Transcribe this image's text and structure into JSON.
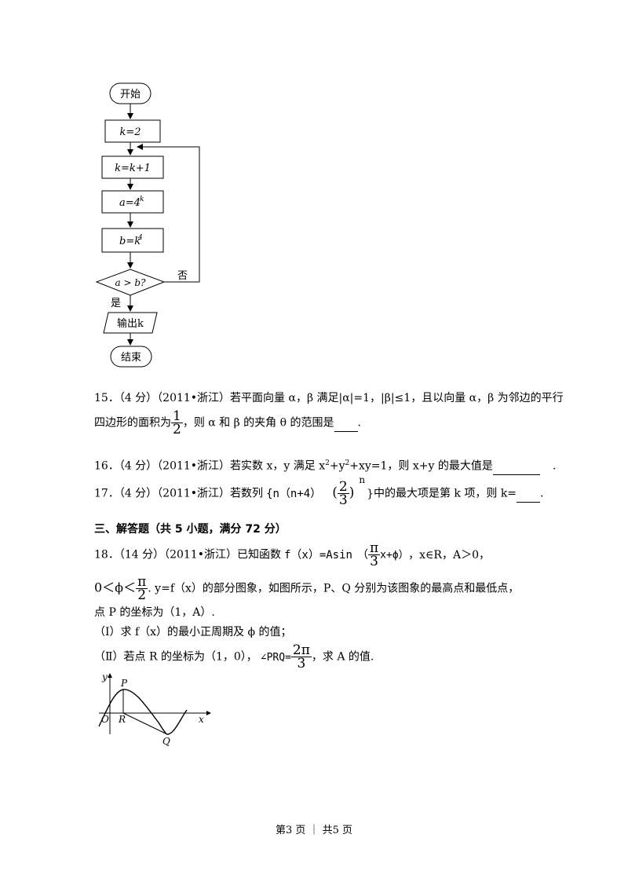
{
  "flowchart": {
    "start": "开始",
    "k_init": "k=2",
    "k_update": "k=k+1",
    "a_assign": "a=4",
    "a_sup": "k",
    "b_assign": "b=k",
    "b_sup": "4",
    "condition": "a > b?",
    "no_label": "否",
    "yes_label": "是",
    "output": "输出k",
    "end": "结束"
  },
  "q15": {
    "line1": "15．（4 分）（2011•浙江）若平面向量 α，β 满足|α|=1，|β|≤1，且以向量 α，β 为邻边的平行",
    "line2_prefix": "四边形的面积为",
    "frac_num": "1",
    "frac_den": "2",
    "line2_suffix": "，则 α 和 β 的夹角 θ 的范围是",
    "end": "."
  },
  "q16": {
    "prefix": "16．（4 分）（2011•浙江）若实数 x，y 满足 x",
    "sup1": "2",
    "mid1": "+y",
    "sup2": "2",
    "suffix": "+xy=1，则 x+y 的最大值是",
    "end": "."
  },
  "q17": {
    "prefix": "17．（4 分）（2011•浙江）若数列",
    "seq": "{n（n+4）",
    "frac_num": "2",
    "frac_den": "3",
    "exp": "n",
    "close": "}",
    "suffix": "中的最大项是第 k 项，则 k=",
    "end": "."
  },
  "section3": "三、解答题（共 5 小题，满分 72 分）",
  "q18": {
    "line1_prefix": "18．（14 分）（2011•浙江）已知函数",
    "func": "f（x）=Asin",
    "frac_num": "π",
    "frac_den": "3",
    "after_frac": "x+ϕ）",
    "open_paren": "（",
    "line1_suffix": "，x∈R，A＞0，",
    "line2_prefix": "0＜ϕ＜",
    "line2_frac_num": "π",
    "line2_frac_den": "2",
    "line2_suffix": ". y=f（x）的部分图象，如图所示，P、Q 分别为该图象的最高点和最低点，",
    "line3": "点 P 的坐标为（1，A）.",
    "part1": "（Ⅰ）求 f（x）的最小正周期及 ϕ 的值；",
    "part2_prefix": "（Ⅱ）若点 R 的坐标为（1，0），",
    "angle": "∠PRQ=",
    "angle_num": "2π",
    "angle_den": "3",
    "part2_suffix": "，求 A 的值."
  },
  "graph": {
    "y": "y",
    "x": "x",
    "O": "O",
    "P": "P",
    "R": "R",
    "Q": "Q"
  },
  "footer": "第3 页 ｜ 共5 页"
}
